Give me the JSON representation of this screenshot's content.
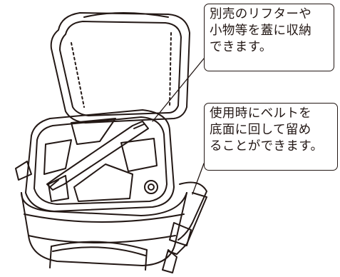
{
  "callouts": {
    "lid": {
      "lines": [
        "別売のリフターや",
        "小物等を蓋に収納",
        "できます。"
      ]
    },
    "belt": {
      "lines": [
        "使用時にベルトを",
        "底面に回して留め",
        "ることができます。"
      ]
    }
  },
  "colors": {
    "line": "#231815",
    "background": "#ffffff"
  }
}
